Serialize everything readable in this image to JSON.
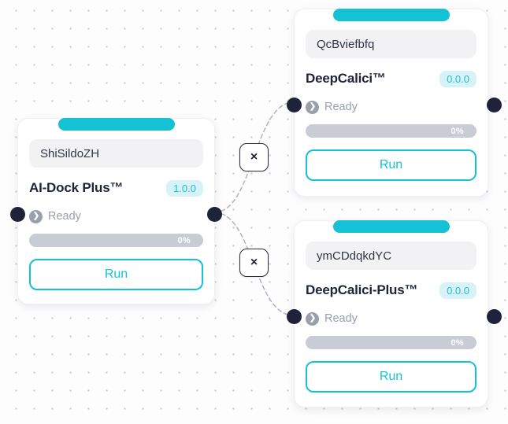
{
  "colors": {
    "accent_cyan": "#14c1d5",
    "accent_cyan_light": "#d7f3f8",
    "handle_navy": "#20223a",
    "progress_track_gray": "#c9ccd5",
    "status_gray": "#9aa0ab",
    "edge_dash_gray": "#b6b8c1"
  },
  "icons": {
    "status_chevron_glyph": "❯"
  },
  "nodes": [
    {
      "input_value": "ShiSildoZH",
      "title": "AI-Dock Plus™",
      "version": "1.0.0",
      "status_label": "Ready",
      "progress_percent": "0%",
      "run_label": "Run"
    },
    {
      "input_value": "QcBviefbfq",
      "title": "DeepCalici™",
      "version": "0.0.0",
      "status_label": "Ready",
      "progress_percent": "0%",
      "run_label": "Run"
    },
    {
      "input_value": "ymCDdqkdYC",
      "title": "DeepCalici-Plus™",
      "version": "0.0.0",
      "status_label": "Ready",
      "progress_percent": "0%",
      "run_label": "Run"
    }
  ],
  "edges": [
    {
      "delete_label": "×"
    },
    {
      "delete_label": "×"
    }
  ]
}
